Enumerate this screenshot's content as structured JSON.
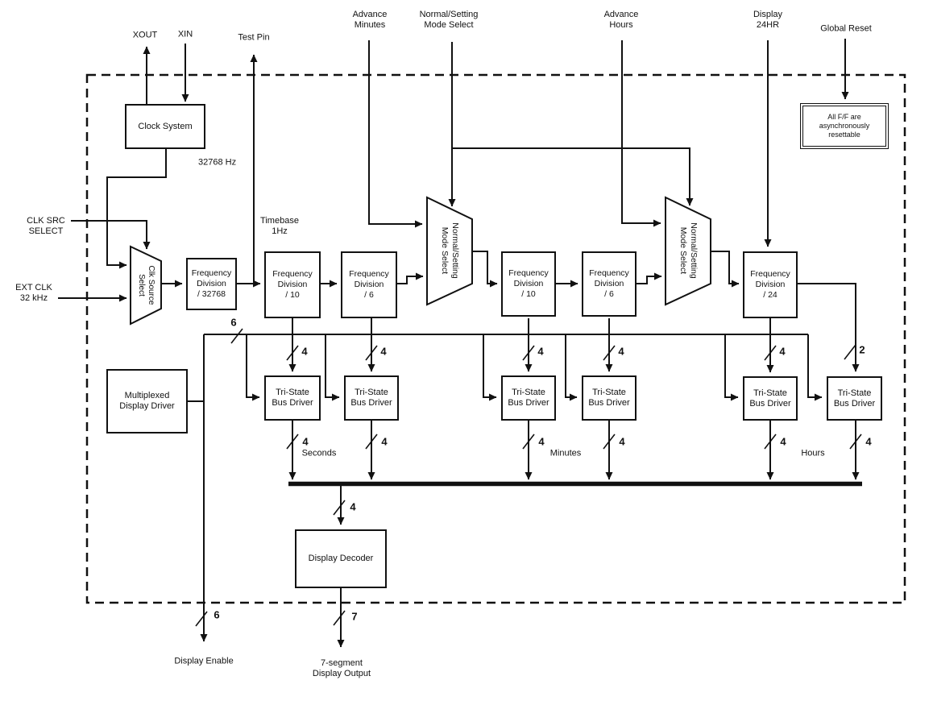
{
  "pins": {
    "xout": "XOUT",
    "xin": "XIN",
    "test_pin": "Test Pin",
    "advance_minutes": [
      "Advance",
      "Minutes"
    ],
    "mode_select": [
      "Normal/Setting",
      "Mode Select"
    ],
    "advance_hours": [
      "Advance",
      "Hours"
    ],
    "display_24hr": [
      "Display",
      "24HR"
    ],
    "global_reset": "Global Reset",
    "clk_src_select": [
      "CLK SRC",
      "SELECT"
    ],
    "ext_clk": [
      "EXT CLK",
      "32 kHz"
    ],
    "display_enable": "Display Enable",
    "seven_segment": [
      "7-segment",
      "Display Output"
    ]
  },
  "signals": {
    "xtal_freq": "32768 Hz",
    "timebase": [
      "Timebase",
      "1Hz"
    ],
    "seconds": "Seconds",
    "minutes": "Minutes",
    "hours": "Hours"
  },
  "blocks": {
    "clock_system": "Clock System",
    "clk_source_mux": [
      "Clk Source",
      "Select"
    ],
    "mode_mux": [
      "Normal/Setting",
      "Mode Select"
    ],
    "freq_div": {
      "l1": "Frequency",
      "l2": "Division"
    },
    "divisors": {
      "xtal": "/ 32768",
      "sec10": "/ 10",
      "sec6": "/ 6",
      "min10": "/ 10",
      "min6": "/ 6",
      "hr24": "/ 24"
    },
    "tristate": [
      "Tri-State",
      "Bus Driver"
    ],
    "mux_display_driver": [
      "Multiplexed",
      "Display Driver"
    ],
    "display_decoder": "Display Decoder",
    "note": [
      "All F/F are",
      "asynchronously",
      "resettable"
    ]
  },
  "bus_widths": {
    "enable": "6",
    "nibble": "4",
    "hours_high": "2",
    "decoder_in": "4",
    "display_enable": "6",
    "segments": "7"
  },
  "colors": {
    "line": "#111111",
    "background": "#ffffff"
  }
}
